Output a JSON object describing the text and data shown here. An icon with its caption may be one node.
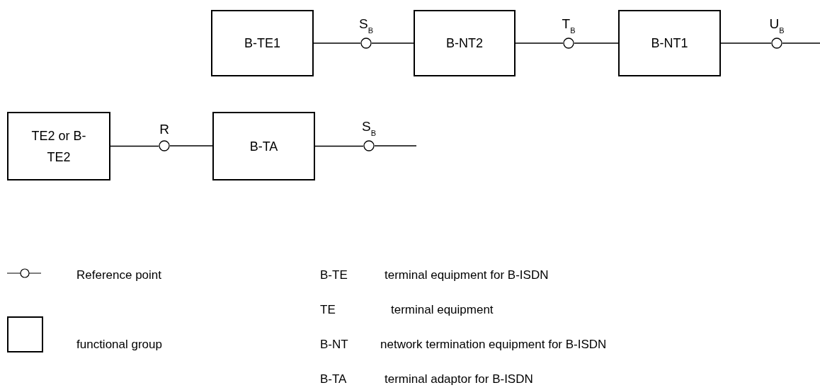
{
  "diagram": {
    "nodes": [
      {
        "text": [
          "B-TE1"
        ]
      },
      {
        "text": [
          "S$_{B}$"
        ]
      },
      {
        "text": [
          "B-NT2"
        ]
      },
      {
        "text": [
          "T$_{B}$"
        ]
      },
      {
        "text": [
          "B-NT1"
        ]
      },
      {
        "text": [
          "U$_{B}$"
        ]
      },
      {
        "text": [
          "TE2 or B-TE2"
        ]
      },
      {
        "text": [
          "R"
        ]
      },
      {
        "text": [
          "B-TA"
        ]
      },
      {
        "text": [
          "S$_{B}$"
        ]
      }
    ],
    "edges": [
      {
        "from": 0,
        "to": 1,
        "arrow": "none"
      },
      {
        "from": 1,
        "to": 2,
        "arrow": "none"
      },
      {
        "from": 2,
        "to": 3,
        "arrow": "none"
      },
      {
        "from": 3,
        "to": 4,
        "arrow": "none"
      },
      {
        "from": 4,
        "to": 5,
        "arrow": "none"
      },
      {
        "from": 5,
        "to": null,
        "arrow": "none"
      },
      {
        "from": 6,
        "to": 7,
        "arrow": "none"
      },
      {
        "from": 7,
        "to": 8,
        "arrow": "none"
      },
      {
        "from": 8,
        "to": 9,
        "arrow": "none"
      },
      {
        "from": 9,
        "to": null,
        "arrow": "none"
      }
    ],
    "labels": [
      "B-TE",
      "terminal equipment for B-ISDN",
      "TE",
      "terminal equipment",
      "B-NT",
      "network termination equipment for B-ISDN",
      "B-TA",
      "terminal adaptor for B-ISDN"
    ],
    "legend": [
      {
        "text": "Reference point"
      },
      {
        "text": "functional group"
      }
    ]
  }
}
